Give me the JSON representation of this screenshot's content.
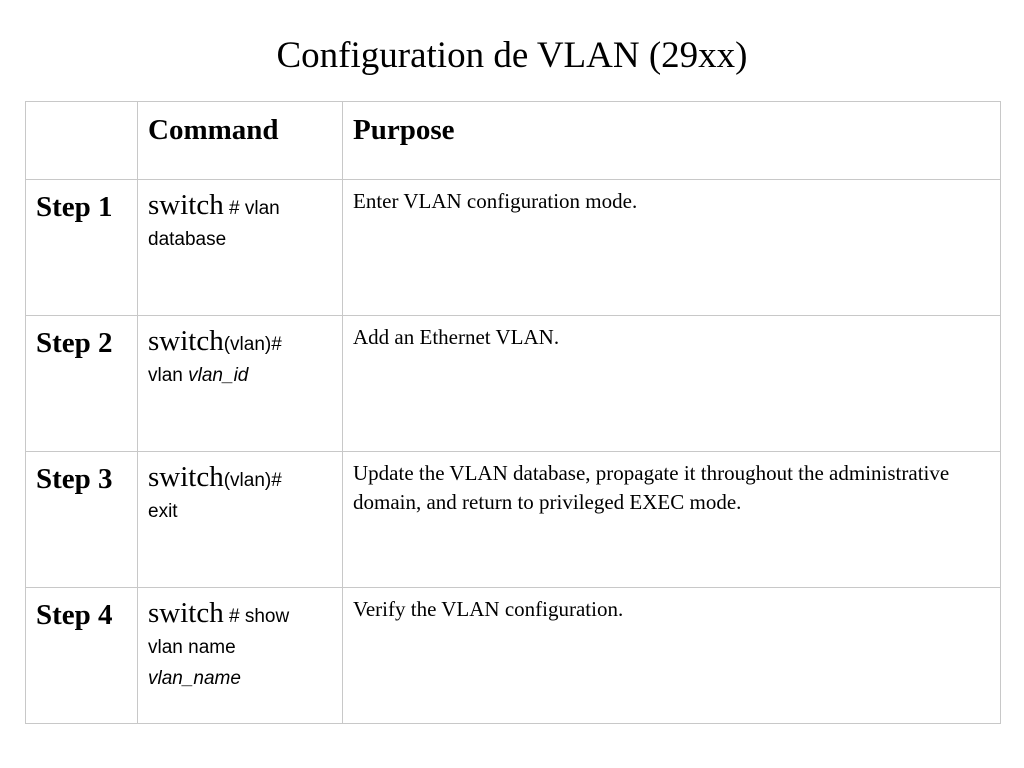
{
  "title": "Configuration de VLAN (29xx)",
  "table": {
    "header": {
      "step": "",
      "command": "Command",
      "purpose": "Purpose"
    },
    "rows": [
      {
        "step": "Step 1",
        "prompt": "switch",
        "prompt_suffix": " # vlan",
        "cmd_line2": "database",
        "cmd_line2_arg": "",
        "cmd_line3_arg": "",
        "purpose": "Enter VLAN configuration mode."
      },
      {
        "step": "Step 2",
        "prompt": "switch",
        "prompt_suffix": "(vlan)#",
        "cmd_line2": "vlan ",
        "cmd_line2_arg": "vlan_id",
        "cmd_line3_arg": "",
        "purpose": "Add an Ethernet VLAN."
      },
      {
        "step": "Step 3",
        "prompt": "switch",
        "prompt_suffix": "(vlan)#",
        "cmd_line2": "exit",
        "cmd_line2_arg": "",
        "cmd_line3_arg": "",
        "purpose": "Update the VLAN database, propagate it throughout the administrative domain, and return to privileged EXEC mode."
      },
      {
        "step": "Step 4",
        "prompt": "switch",
        "prompt_suffix": " # show",
        "cmd_line2": "vlan name",
        "cmd_line2_arg": "",
        "cmd_line3_arg": "vlan_name",
        "purpose": "Verify the VLAN configuration."
      }
    ]
  }
}
